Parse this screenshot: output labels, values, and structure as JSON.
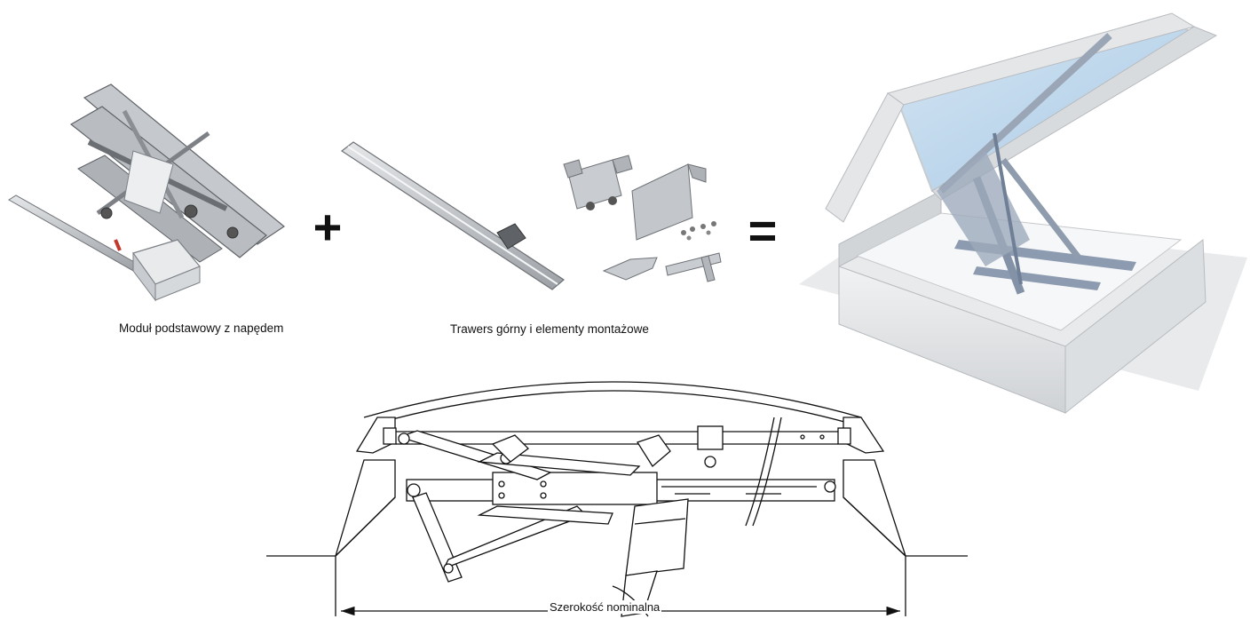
{
  "labels": {
    "base_module": "Moduł podstawowy z napędem",
    "top_traverse": "Trawers górny i elementy montażowe",
    "nominal_width": "Szerokość nominalna"
  },
  "operators": {
    "plus": "+",
    "equals": "="
  },
  "colors": {
    "metal": "#c9ccd0",
    "metal_dark": "#7d8186",
    "glass": "#b9d3ea",
    "frame": "#dfe1e3",
    "line": "#111111"
  },
  "icons": [
    "drive-module-illustration",
    "traverse-bar-illustration",
    "mounting-parts-illustration",
    "roof-hatch-illustration",
    "cross-section-drawing"
  ]
}
